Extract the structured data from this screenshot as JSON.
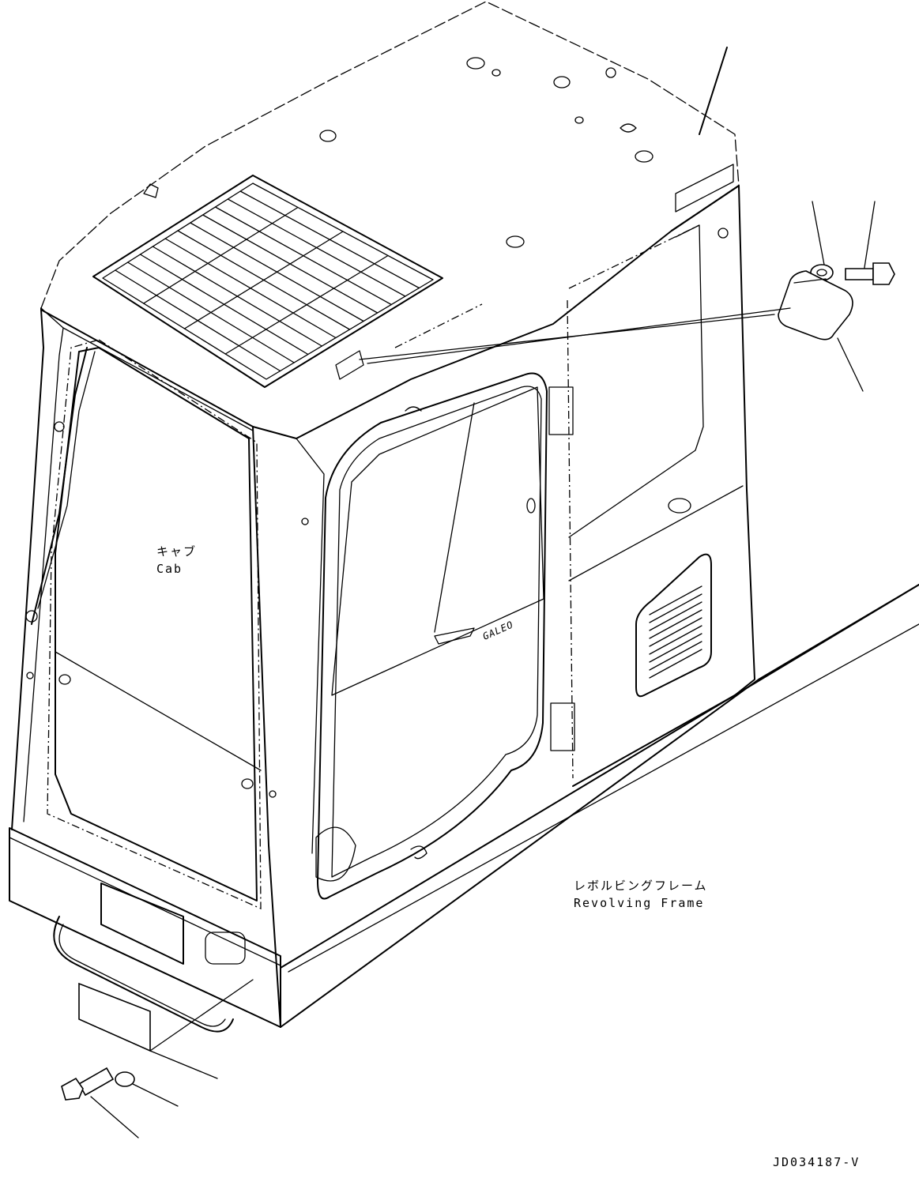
{
  "labels": {
    "cab_jp": "キャブ",
    "cab_en": "Cab",
    "frame_jp": "レボルビングフレーム",
    "frame_en": "Revolving Frame",
    "drawing_id": "JD034187-V",
    "door_brand": "GALEO"
  }
}
